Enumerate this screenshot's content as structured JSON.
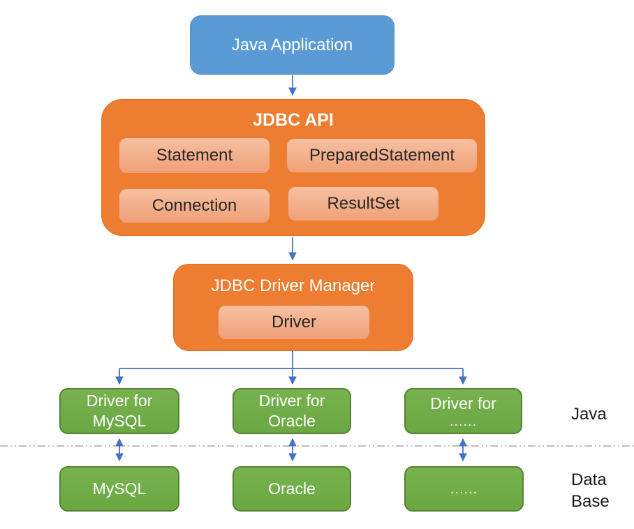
{
  "nodes": {
    "java_application": {
      "label": "Java Application"
    },
    "jdbc_api": {
      "title": "JDBC API",
      "items": [
        "Statement",
        "PreparedStatement",
        "Connection",
        "ResultSet"
      ]
    },
    "driver_manager": {
      "title": "JDBC Driver Manager",
      "driver_label": "Driver"
    },
    "drivers": [
      {
        "line1": "Driver for",
        "line2": "MySQL"
      },
      {
        "line1": "Driver for",
        "line2": "Oracle"
      },
      {
        "line1": "Driver for",
        "line2": "......"
      }
    ],
    "databases": [
      {
        "label": "MySQL"
      },
      {
        "label": "Oracle"
      },
      {
        "label": "......"
      }
    ]
  },
  "side_labels": {
    "java_layer": "Java",
    "database_layer": "Data Base"
  },
  "colors": {
    "app_blue": "#5B9BD5",
    "container_orange": "#ED7D31",
    "inner_orange_light": "#F4B183",
    "db_green": "#70AD47",
    "green_border": "#548235",
    "arrow_blue": "#4472C4",
    "separator_gray": "#A9A9A9"
  }
}
